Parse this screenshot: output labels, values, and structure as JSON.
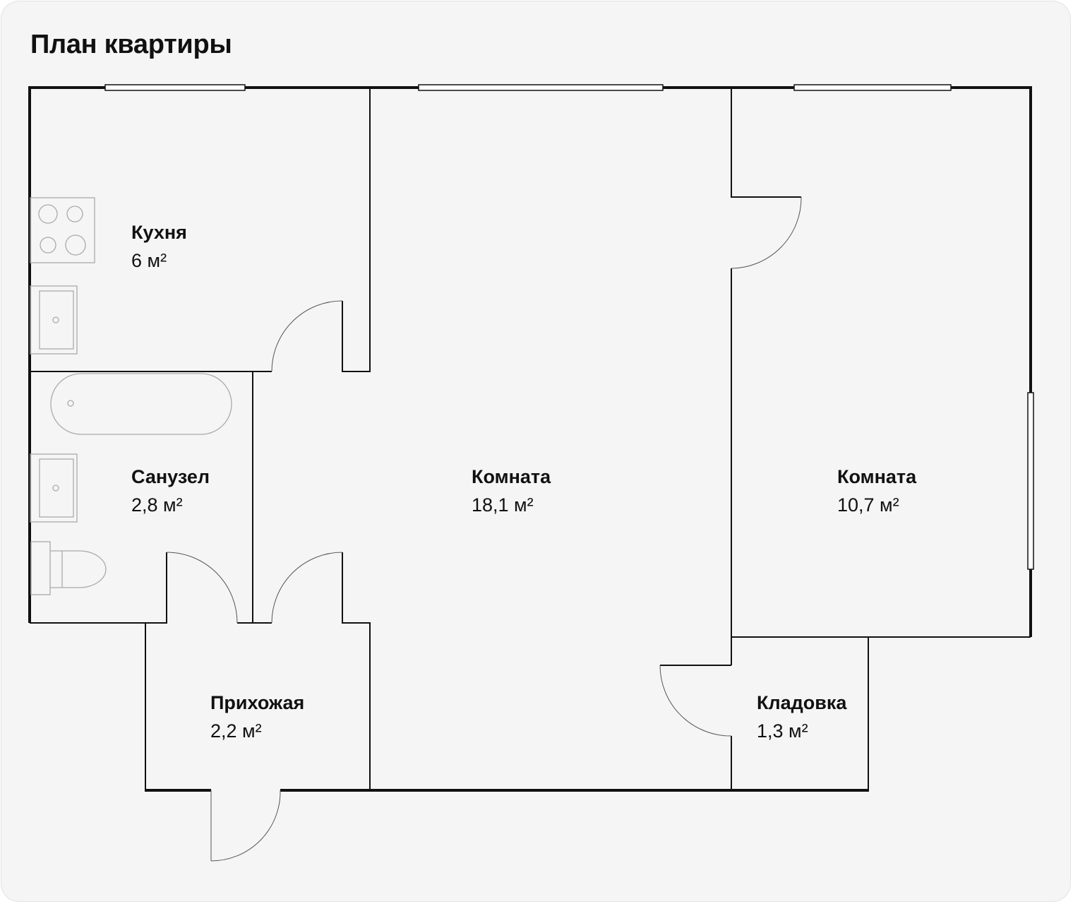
{
  "title": "План квартиры",
  "colors": {
    "background": "#f5f5f5",
    "wall": "#111111",
    "fixture": "#aaaaaa"
  },
  "rooms": [
    {
      "id": "kitchen",
      "name": "Кухня",
      "area": "6 м²"
    },
    {
      "id": "bathroom",
      "name": "Санузел",
      "area": "2,8 м²"
    },
    {
      "id": "living-room",
      "name": "Комната",
      "area": "18,1 м²"
    },
    {
      "id": "bedroom",
      "name": "Комната",
      "area": "10,7 м²"
    },
    {
      "id": "hallway",
      "name": "Прихожая",
      "area": "2,2 м²"
    },
    {
      "id": "storage",
      "name": "Кладовка",
      "area": "1,3 м²"
    }
  ],
  "fixtures": [
    "stove-icon",
    "sink-icon",
    "bathtub-icon",
    "toilet-icon"
  ]
}
